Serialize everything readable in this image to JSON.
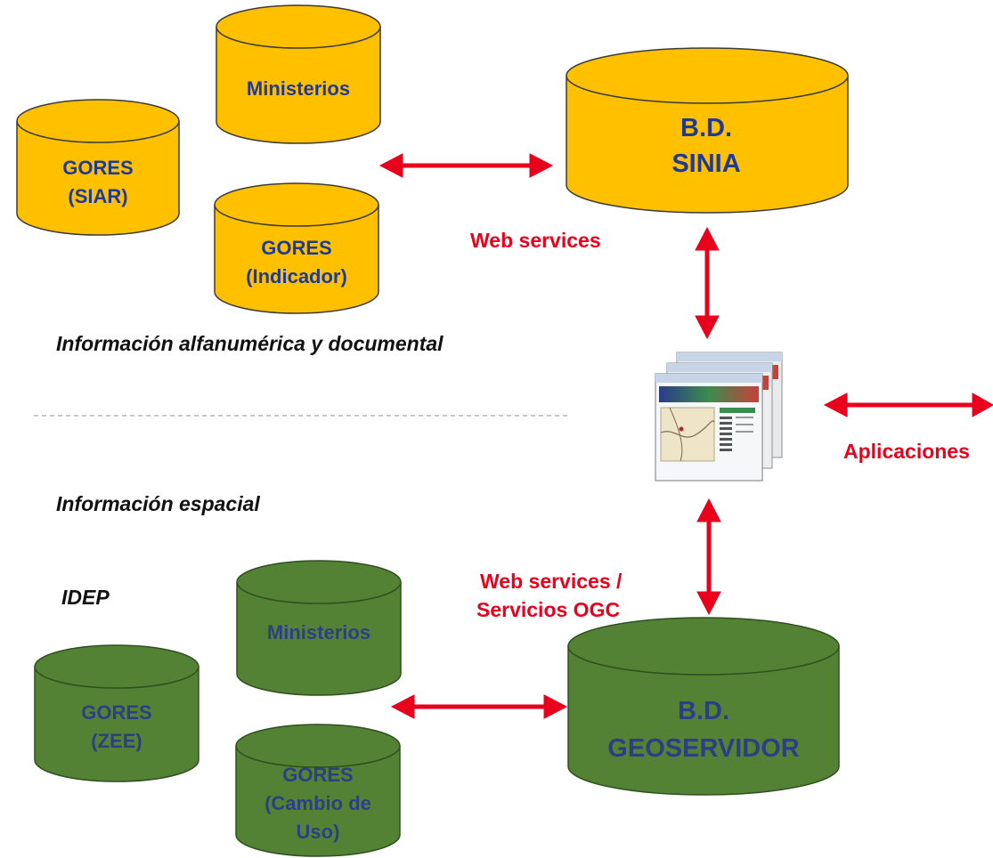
{
  "colors": {
    "yellow_fill": "#FFC000",
    "yellow_stroke": "#3A3A3A",
    "green_fill": "#548235",
    "green_stroke": "#2F4F1E",
    "arrow": "#E8001C",
    "label_text": "#1F3A93"
  },
  "top_section": {
    "caption": "Información alfanumérica y documental",
    "sources": [
      {
        "lines": [
          "Ministerios"
        ]
      },
      {
        "lines": [
          "GORES",
          "(SIAR)"
        ]
      },
      {
        "lines": [
          "GORES",
          "(Indicador)"
        ]
      }
    ],
    "main_db": {
      "lines": [
        "B.D.",
        "SINIA"
      ]
    },
    "link_label": "Web  services"
  },
  "bottom_section": {
    "caption": "Información espacial",
    "subcaption": "IDEP",
    "sources": [
      {
        "lines": [
          "Ministerios"
        ]
      },
      {
        "lines": [
          "GORES",
          "(ZEE)"
        ]
      },
      {
        "lines": [
          "GORES",
          "(Cambio de",
          "Uso)"
        ]
      }
    ],
    "main_db": {
      "lines": [
        "B.D.",
        "GEOSERVIDOR"
      ]
    },
    "link_label_lines": [
      "Web  services /",
      "Servicios OGC"
    ]
  },
  "app": {
    "icon": "application-windows-icon",
    "label": "Aplicaciones"
  }
}
